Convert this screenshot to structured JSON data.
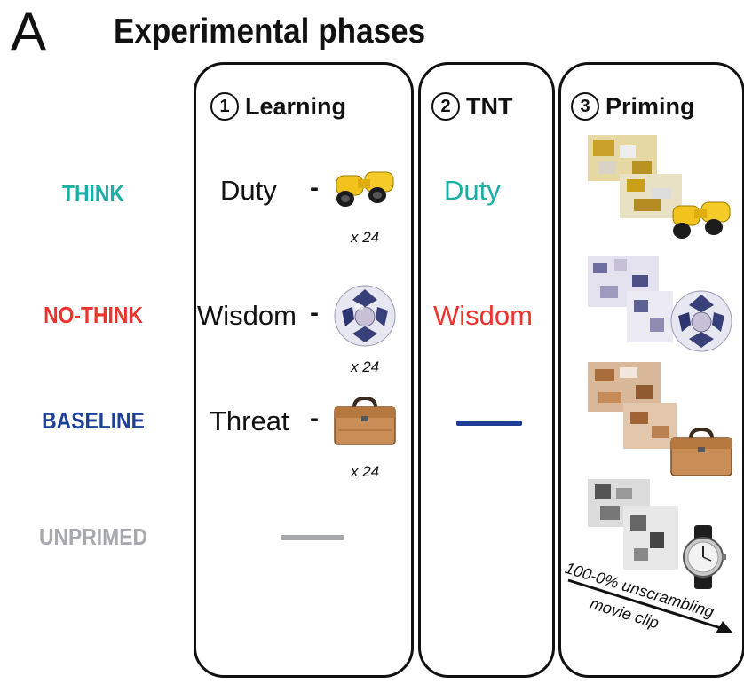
{
  "panel_letter": "A",
  "title": "Experimental phases",
  "phases": [
    {
      "number": "1",
      "label": "Learning"
    },
    {
      "number": "2",
      "label": "TNT"
    },
    {
      "number": "3",
      "label": "Priming"
    }
  ],
  "conditions": [
    {
      "label": "THINK",
      "color": "#1aaea6"
    },
    {
      "label": "NO-THINK",
      "color": "#f0322e"
    },
    {
      "label": "BASELINE",
      "color": "#1f3f97"
    },
    {
      "label": "UNPRIMED",
      "color": "#a7a9ac"
    }
  ],
  "learning": {
    "dash": "-",
    "words": [
      "Duty",
      "Wisdom",
      "Threat"
    ],
    "repetitions": "x 24",
    "objects": [
      "binoculars-image",
      "ornament-ball-image",
      "briefcase-image"
    ]
  },
  "tnt": {
    "words": [
      "Duty",
      "Wisdom"
    ]
  },
  "priming": {
    "objects": [
      "binoculars-image",
      "ornament-ball-image",
      "briefcase-image",
      "wristwatch-image"
    ],
    "caption_line1": "100-0% unscrambling",
    "caption_line2": "movie clip"
  },
  "colors": {
    "think": "#1aaea6",
    "nothink": "#f0322e",
    "baseline": "#1f3f97",
    "unprimed": "#a7a9ac"
  }
}
